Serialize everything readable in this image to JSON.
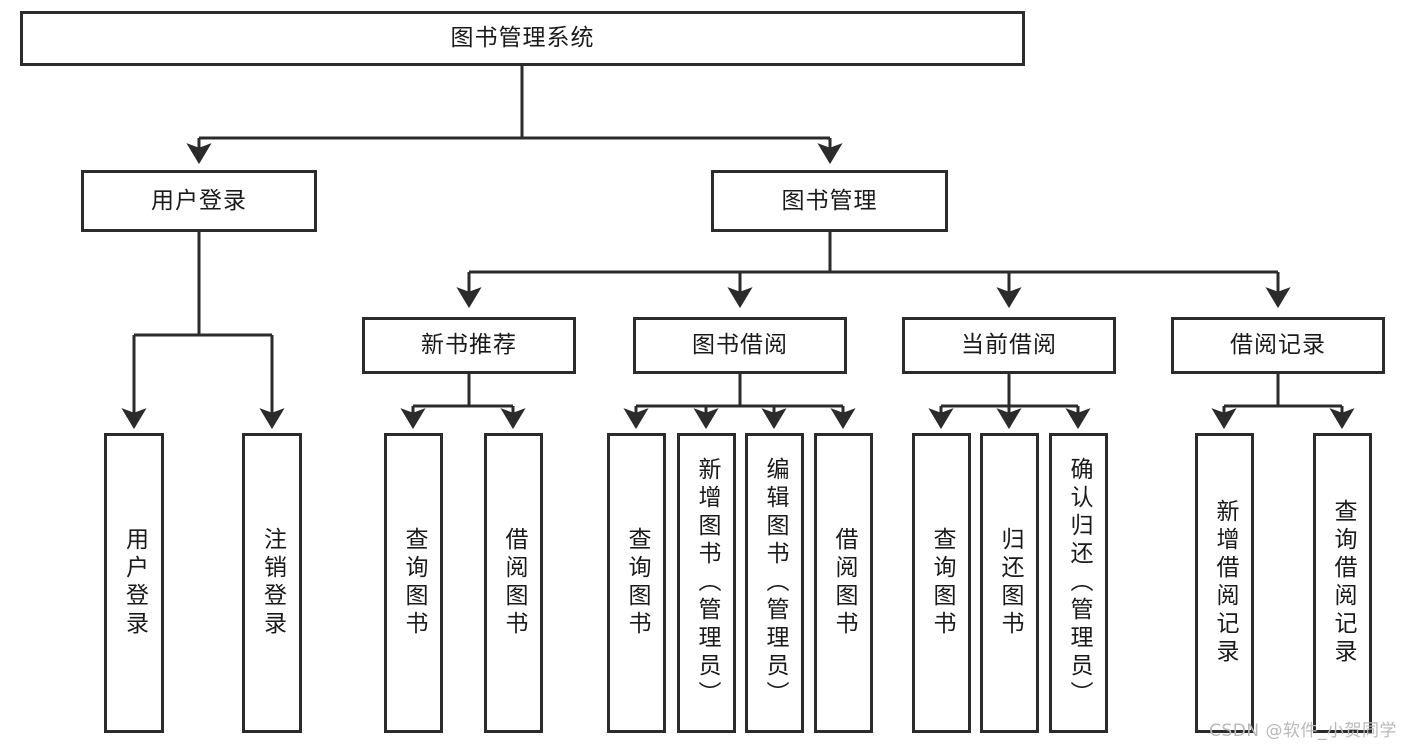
{
  "diagram": {
    "title": "图书管理系统",
    "type": "hierarchy-tree",
    "watermark": "CSDN @软件_小贺同学",
    "colors": {
      "box_border": "#2b2b2b",
      "box_fill": "#ffffff",
      "connector": "#2b2b2b",
      "text": "#1a1a1a",
      "watermark": "#b9b9b9",
      "background": "#ffffff"
    },
    "nodes": {
      "root": {
        "label": "图书管理系统"
      },
      "level1": [
        {
          "label": "用户登录"
        },
        {
          "label": "图书管理"
        }
      ],
      "level2": [
        {
          "label": "新书推荐"
        },
        {
          "label": "图书借阅"
        },
        {
          "label": "当前借阅"
        },
        {
          "label": "借阅记录"
        }
      ],
      "leaves": {
        "user_login": [
          {
            "label": "用户登录"
          },
          {
            "label": "注销登录"
          }
        ],
        "new_book_recommend": [
          {
            "label": "查询图书"
          },
          {
            "label": "借阅图书"
          }
        ],
        "book_borrow": [
          {
            "label": "查询图书"
          },
          {
            "label": "新增图书（管理员）"
          },
          {
            "label": "编辑图书（管理员）"
          },
          {
            "label": "借阅图书"
          }
        ],
        "current_borrow": [
          {
            "label": "查询图书"
          },
          {
            "label": "归还图书"
          },
          {
            "label": "确认归还（管理员）"
          }
        ],
        "borrow_records": [
          {
            "label": "新增借阅记录"
          },
          {
            "label": "查询借阅记录"
          }
        ]
      }
    }
  },
  "chart_data": {
    "type": "table",
    "title": "图书管理系统 功能结构图",
    "tree": {
      "name": "图书管理系统",
      "children": [
        {
          "name": "用户登录",
          "children": [
            {
              "name": "用户登录"
            },
            {
              "name": "注销登录"
            }
          ]
        },
        {
          "name": "图书管理",
          "children": [
            {
              "name": "新书推荐",
              "children": [
                {
                  "name": "查询图书"
                },
                {
                  "name": "借阅图书"
                }
              ]
            },
            {
              "name": "图书借阅",
              "children": [
                {
                  "name": "查询图书"
                },
                {
                  "name": "新增图书（管理员）"
                },
                {
                  "name": "编辑图书（管理员）"
                },
                {
                  "name": "借阅图书"
                }
              ]
            },
            {
              "name": "当前借阅",
              "children": [
                {
                  "name": "查询图书"
                },
                {
                  "name": "归还图书"
                },
                {
                  "name": "确认归还（管理员）"
                }
              ]
            },
            {
              "name": "借阅记录",
              "children": [
                {
                  "name": "新增借阅记录"
                },
                {
                  "name": "查询借阅记录"
                }
              ]
            }
          ]
        }
      ]
    }
  }
}
